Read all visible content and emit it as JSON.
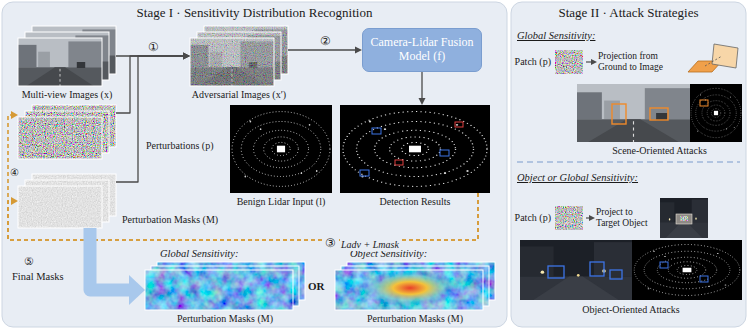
{
  "diagram": {
    "nodes": [
      {
        "text": [
          "Stage I · Sensitivity Distribution Recognition"
        ]
      },
      {
        "text": [
          "Multi-view Images (x)"
        ],
        "in": 0
      },
      {
        "text": [
          "Adversarial Images (x′)"
        ],
        "in": 0
      },
      {
        "text": [
          "Camera-Lidar Fusion Model (f)"
        ],
        "in": 0
      },
      {
        "text": [
          "Perturbations (p)"
        ],
        "in": 0
      },
      {
        "text": [
          "Benign Lidar Input (l)"
        ],
        "in": 0
      },
      {
        "text": [
          "Detection Results"
        ],
        "in": 0
      },
      {
        "text": [
          "Perturbation Masks (M)"
        ],
        "in": 0
      },
      {
        "text": [
          "Global Sensitivity:",
          "Perturbation Masks (M)"
        ],
        "in": 0
      },
      {
        "text": [
          "Object Sensitivity:",
          "Perturbation Masks (M)"
        ],
        "in": 0
      },
      {
        "text": [
          "Stage II · Attack Strategies"
        ]
      },
      {
        "text": [
          "Patch (p)"
        ],
        "in": 10
      },
      {
        "text": [
          "Scene-Oriented Attacks"
        ],
        "in": 10
      },
      {
        "text": [
          "Patch (p)"
        ],
        "in": 10
      },
      {
        "text": [
          "Object-Oriented Attacks"
        ],
        "in": 10
      }
    ],
    "edges": [
      {
        "from": 1,
        "to": 2,
        "label": "①",
        "arrow": "to"
      },
      {
        "from": 4,
        "to": 2,
        "arrow": "to"
      },
      {
        "from": 7,
        "to": 2,
        "arrow": "to"
      },
      {
        "from": 2,
        "to": 3,
        "label": "②",
        "arrow": "to"
      },
      {
        "from": 3,
        "to": 6,
        "arrow": "to"
      },
      {
        "from": 6,
        "to": 4,
        "label": "③",
        "arrow": "to"
      },
      {
        "from": 6,
        "to": 7,
        "arrow": "to"
      },
      {
        "from": 7,
        "to": 8,
        "arrow": "to"
      }
    ],
    "labels": [
      "④",
      "Ladv + Lmask",
      "⑤",
      "Final Masks",
      "OR",
      "Global Sensitivity:",
      "Projection from Ground to Image",
      "Object or Global Sensitivity:",
      "Project to Target Object"
    ]
  }
}
